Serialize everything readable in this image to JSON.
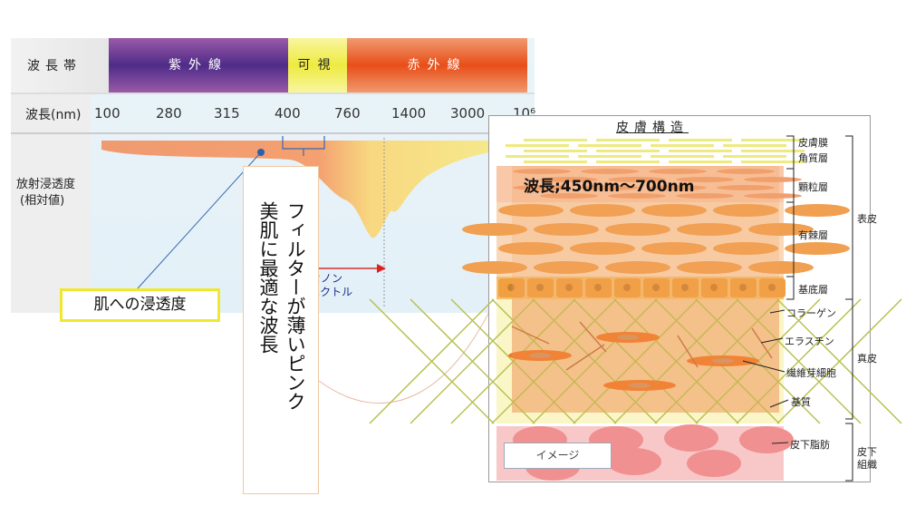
{
  "chart": {
    "band_label": "波長帯",
    "bands": [
      {
        "label": "紫外線",
        "color": "#5a3088"
      },
      {
        "label": "可視",
        "color": "#f4f060"
      },
      {
        "label": "赤外線",
        "color": "#e85a20"
      }
    ],
    "wavelength_label": "波長(nm)",
    "ticks": [
      "100",
      "280",
      "315",
      "400",
      "760",
      "1400",
      "3000",
      "10⁶"
    ],
    "y_label_1": "放射浸透度",
    "y_label_2": "(相対値)",
    "xenon_1": "キセノン",
    "xenon_2": "スペクトル",
    "callout": "肌への浸透度"
  },
  "filter_box": {
    "line1": "フィルターが薄いピンク",
    "line2": "美肌に最適な波長"
  },
  "skin": {
    "title": "皮膚構造",
    "wavelength_note": "波長;450nm〜700nm",
    "layers": {
      "membrane": "皮膚膜",
      "corneum": "角質層",
      "granular": "顆粒層",
      "spinous": "有棘層",
      "basal": "基底層",
      "collagen": "コラーゲン",
      "elastin": "エラスチン",
      "fibroblast": "繊維芽細胞",
      "matrix": "基質",
      "subcutaneous_fat": "皮下脂肪"
    },
    "groups": {
      "epidermis": "表皮",
      "dermis": "真皮",
      "subcutis_1": "皮下",
      "subcutis_2": "組織"
    },
    "image_label": "イメージ"
  }
}
